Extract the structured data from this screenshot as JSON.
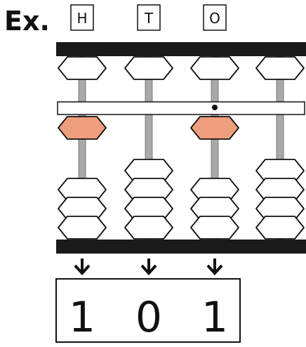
{
  "example_label": "Ex.",
  "place_labels": [
    "H",
    "T",
    "O"
  ],
  "answer_digits": [
    "1",
    "0",
    "1"
  ],
  "colors": {
    "frame": "#1a1a1a",
    "rod": "#a9a9a9",
    "bead_fill": "#ffffff",
    "bead_stroke": "#111111",
    "active_bead": "#ef9e7d"
  },
  "abacus": {
    "columns": [
      {
        "upper_bead_counted": false,
        "lower_beads_counted": 1
      },
      {
        "upper_bead_counted": false,
        "lower_beads_counted": 0
      },
      {
        "upper_bead_counted": false,
        "lower_beads_counted": 1
      },
      {
        "upper_bead_counted": false,
        "lower_beads_counted": 0
      }
    ],
    "unit_point_marker": "dot"
  },
  "arrow_icon": "down-arrow-icon"
}
